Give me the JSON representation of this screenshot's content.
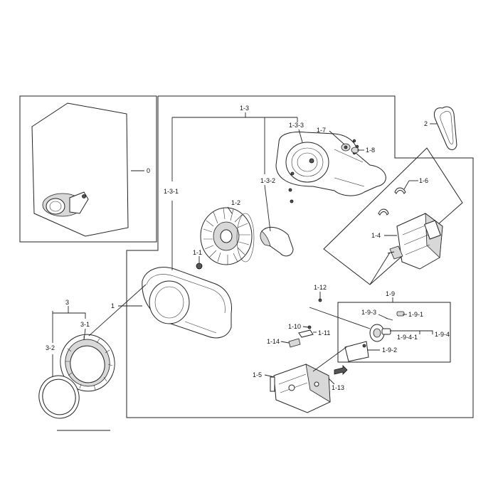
{
  "labels": {
    "l0": "0",
    "l1": "1",
    "l1_1": "1-1",
    "l1_2": "1-2",
    "l1_3": "1-3",
    "l1_3_1": "1-3-1",
    "l1_3_2": "1-3-2",
    "l1_3_3": "1-3-3",
    "l1_4": "1-4",
    "l1_5": "1-5",
    "l1_6": "1-6",
    "l1_7": "1-7",
    "l1_8": "1-8",
    "l1_9": "1-9",
    "l1_9_1": "1-9-1",
    "l1_9_2": "1-9-2",
    "l1_9_3": "1-9-3",
    "l1_9_4": "1-9-4",
    "l1_9_4_1": "1-9-4-1",
    "l1_10": "1-10",
    "l1_11": "1-11",
    "l1_12": "1-12",
    "l1_13": "1-13",
    "l1_14": "1-14",
    "l2": "2",
    "l3": "3",
    "l3_1": "3-1",
    "l3_2": "3-2"
  }
}
